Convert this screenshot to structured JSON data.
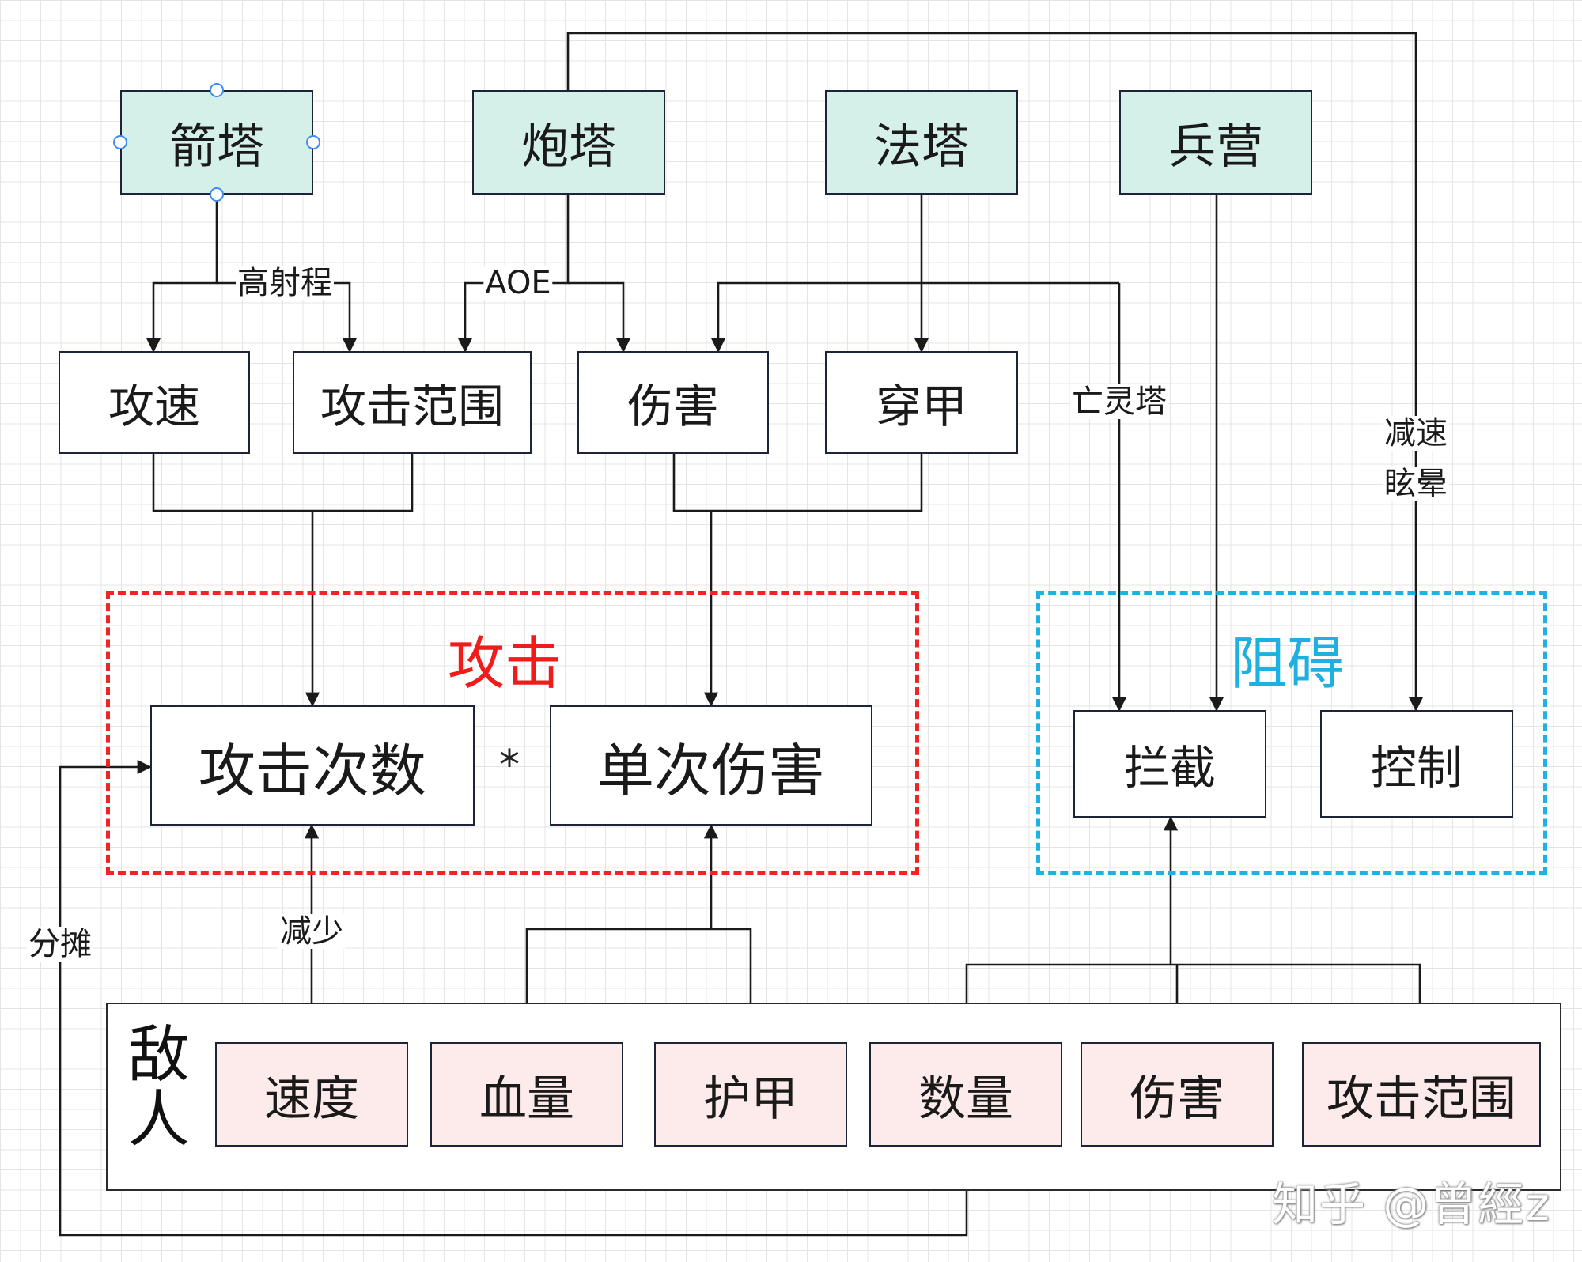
{
  "towers": {
    "arrow": "箭塔",
    "cannon": "炮塔",
    "magic": "法塔",
    "barracks": "兵营"
  },
  "tower_attrs": {
    "attack_speed": "攻速",
    "attack_range": "攻击范围",
    "damage": "伤害",
    "armor_pierce": "穿甲"
  },
  "attack_group": {
    "title": "攻击",
    "hit_count": "攻击次数",
    "operator": "*",
    "single_damage": "单次伤害"
  },
  "block_group": {
    "title": "阻碍",
    "intercept": "拦截",
    "control": "控制"
  },
  "enemy": {
    "title": "敌人",
    "attrs": [
      "速度",
      "血量",
      "护甲",
      "数量",
      "伤害",
      "攻击范围"
    ]
  },
  "edge_labels": {
    "high_range": "高射程",
    "aoe": "AOE",
    "necro_tower": "亡灵塔",
    "slow": "减速",
    "stun": "眩晕",
    "reduce": "减少",
    "share": "分摊"
  },
  "colors": {
    "tower_fill": "#d4f0e9",
    "enemy_fill": "#fdeaea",
    "attack_border": "#f02424",
    "block_border": "#1fb1e4",
    "line": "#1a1a1a"
  },
  "watermark": "知乎 @曾經z"
}
